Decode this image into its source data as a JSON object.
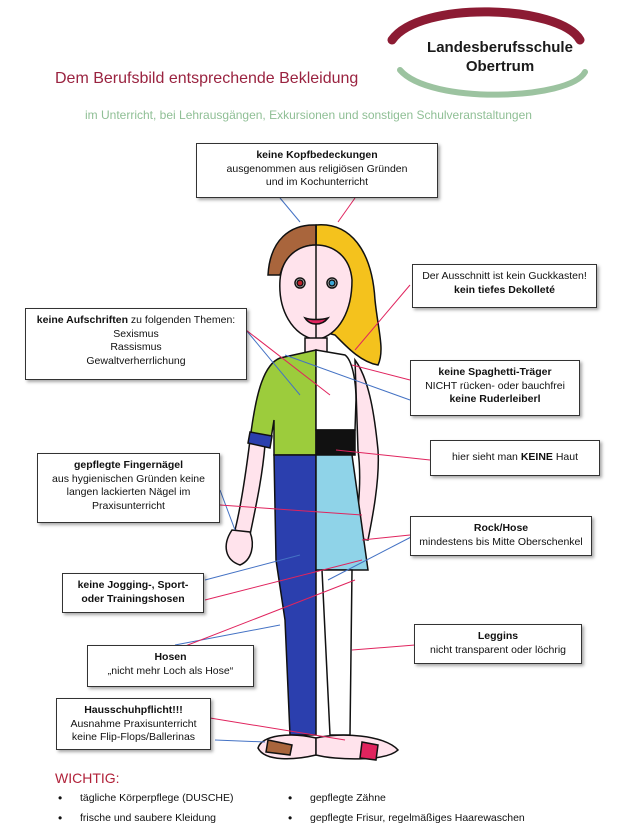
{
  "logo": {
    "line1": "Landesberufsschule",
    "line2": "Obertrum",
    "accent_red": "#8c1b33",
    "accent_green": "#9cc3a0"
  },
  "title": "Dem Berufsbild entsprechende Bekleidung",
  "subtitle": "im Unterricht, bei Lehrausgängen, Exkursionen und sonstigen Schulveranstaltungen",
  "boxes": {
    "kopf": {
      "bold": "keine Kopfbedeckungen",
      "l1": "ausgenommen aus religiösen Gründen",
      "l2": "und im Kochunterricht"
    },
    "ausschnitt": {
      "l1": "Der Ausschnitt ist kein Guckkasten!",
      "bold": "kein tiefes Dekolleté"
    },
    "aufschriften": {
      "bold": "keine Aufschriften",
      "rest": " zu folgenden Themen:",
      "l1": "Sexismus",
      "l2": "Rassismus",
      "l3": "Gewaltverherrlichung"
    },
    "spaghetti": {
      "bold1": "keine Spaghetti-Träger",
      "l1": "NICHT rücken- oder bauchfrei",
      "bold2": "keine Ruderleiberl"
    },
    "haut": {
      "pre": "hier sieht man ",
      "bold": "KEINE",
      "post": " Haut"
    },
    "naegel": {
      "bold": "gepflegte Fingernägel",
      "l1": "aus hygienischen Gründen keine",
      "l2": "langen lackierten Nägel im",
      "l3": "Praxisunterricht"
    },
    "rock": {
      "bold": "Rock/Hose",
      "l1": "mindestens bis Mitte Oberschenkel"
    },
    "jogging": {
      "bold1": "keine Jogging-, Sport-",
      "bold2": "oder Trainingshosen"
    },
    "leggins": {
      "bold": "Leggins",
      "l1": "nicht transparent oder löchrig"
    },
    "hosen": {
      "bold": "Hosen",
      "l1": "„nicht mehr Loch als Hose“"
    },
    "hausschuh": {
      "bold": "Hausschuhpflicht!!!",
      "l1": "Ausnahme Praxisunterricht",
      "l2": "keine Flip-Flops/Ballerinas"
    }
  },
  "wichtig": {
    "heading": "WICHTIG:",
    "items": [
      "tägliche Körperpflege (DUSCHE)",
      "gepflegte Zähne",
      "frische und saubere Kleidung",
      "gepflegte Frisur, regelmäßiges Haarewaschen"
    ]
  },
  "colors": {
    "arrow_blue": "#4472c4",
    "arrow_red": "#e0245e",
    "shirt_green": "#9ccc3c",
    "jeans_blue": "#2b3fae",
    "skirt_blue": "#8fd3e8",
    "hair_brown": "#a9653c",
    "hair_blonde": "#f4c21d"
  }
}
